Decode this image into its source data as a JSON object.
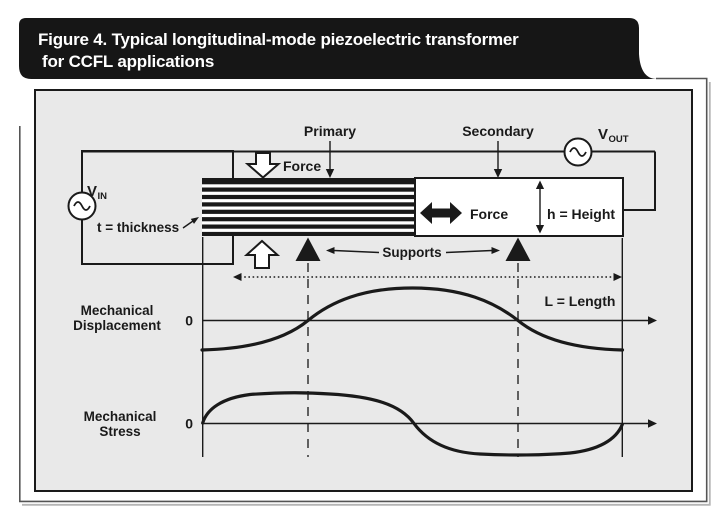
{
  "figure": {
    "title_line1": "Figure 4. Typical longitudinal-mode piezoelectric transformer",
    "title_line2": "for CCFL applications"
  },
  "diagram": {
    "vin_label": "V",
    "vin_sub": "IN",
    "vout_label": "V",
    "vout_sub": "OUT",
    "primary_label": "Primary",
    "secondary_label": "Secondary",
    "force_vertical_label": "Force",
    "force_lateral_label": "Force",
    "thickness_label": "t = thickness",
    "height_label": "h = Height",
    "supports_label": "Supports",
    "length_label": "L = Length",
    "ac_source_icons": [
      "vin-ac-source",
      "vout-ac-source"
    ],
    "support_positions_fraction_of_length": [
      0.25,
      0.75
    ]
  },
  "waveforms": {
    "displacement": {
      "label_line1": "Mechanical",
      "label_line2": "Displacement",
      "zero": "0",
      "shape": "negative plateau at both ends, zero crossings at supports (0.25L and 0.75L), positive maximum at center"
    },
    "stress": {
      "label_line1": "Mechanical",
      "label_line2": "Stress",
      "zero": "0",
      "shape": "zero at both ends and at center, positive maximum near 0.25L, negative minimum near 0.75L"
    }
  },
  "colors": {
    "banner": "#161616",
    "panel_fill": "#e9e9e9",
    "ink": "#1a1a1a",
    "frame": "#555555",
    "frame_shadow": "#b5b5b5"
  }
}
